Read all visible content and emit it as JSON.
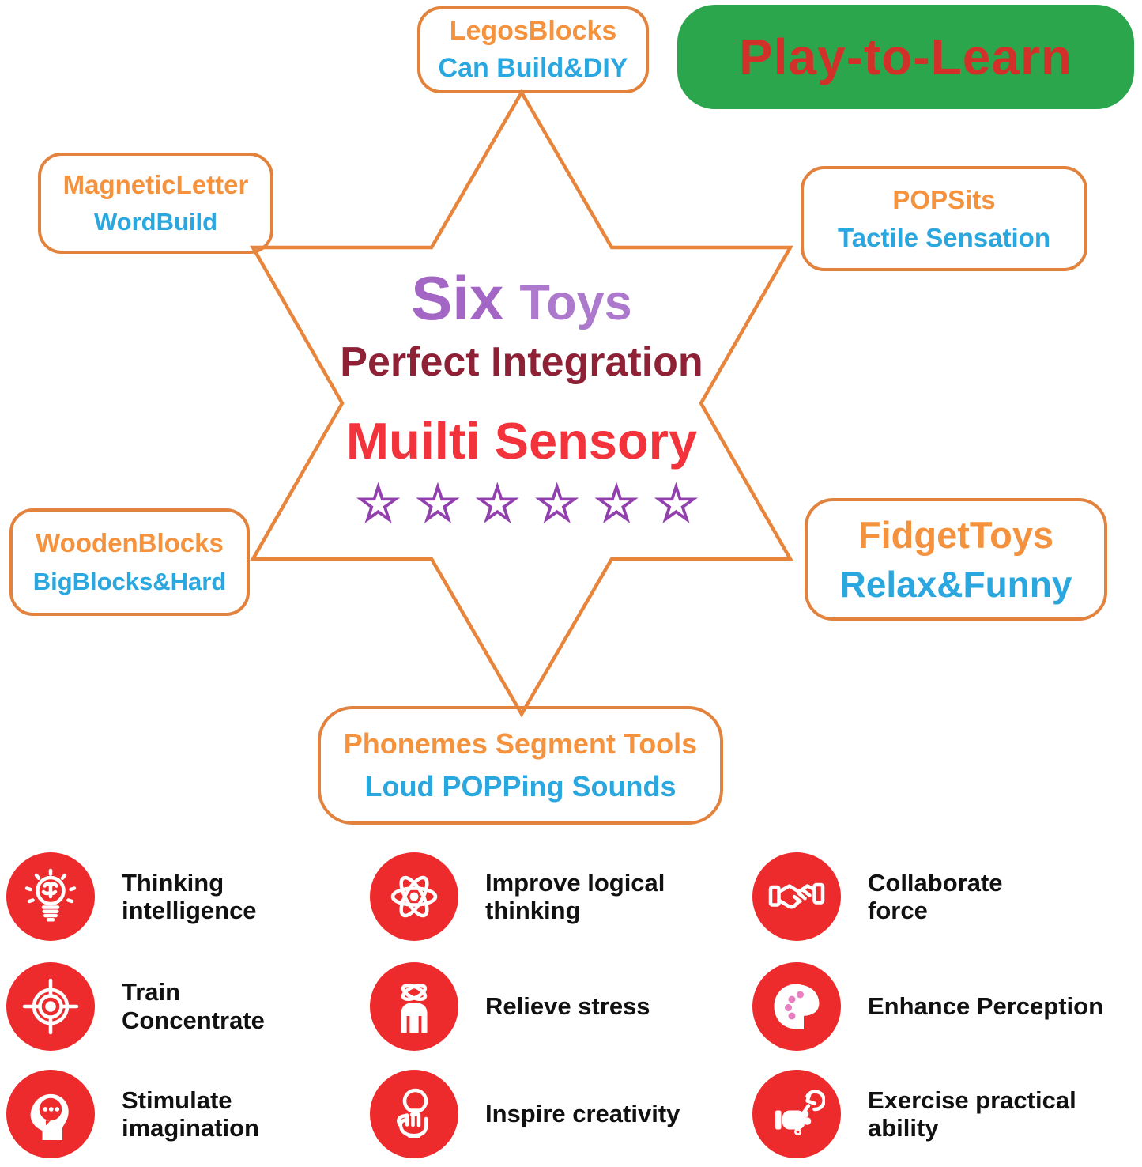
{
  "badge": {
    "label": "Play-to-Learn",
    "bg_color": "#2CA64D",
    "text_color": "#D23129"
  },
  "callouts": [
    {
      "title": "LegosBlocks",
      "subtitle": "Can Build&DIY"
    },
    {
      "title": "MagneticLetter",
      "subtitle": "WordBuild"
    },
    {
      "title": "POPSits",
      "subtitle": "Tactile Sensation"
    },
    {
      "title": "WoodenBlocks",
      "subtitle": "BigBlocks&Hard"
    },
    {
      "title": "FidgetToys",
      "subtitle": "Relax&Funny"
    },
    {
      "title": "Phonemes Segment Tools",
      "subtitle": "Loud POPPing Sounds"
    }
  ],
  "center": {
    "title_word1": "Six",
    "title_word2": "Toys",
    "line2": "Perfect Integration",
    "line3": "Muilti Sensory",
    "stars": "☆☆☆☆☆☆",
    "star_count": 6
  },
  "features": [
    {
      "icon": "brain-bulb-icon",
      "line1": "Thinking",
      "line2": "intelligence"
    },
    {
      "icon": "atom-icon",
      "line1": "Improve logical",
      "line2": "thinking"
    },
    {
      "icon": "handshake-icon",
      "line1": "Collaborate",
      "line2": "force"
    },
    {
      "icon": "target-icon",
      "line1": "Train",
      "line2": "Concentrate"
    },
    {
      "icon": "person-stress-icon",
      "line1": "Relieve stress",
      "line2": ""
    },
    {
      "icon": "palette-icon",
      "line1": "Enhance Perception",
      "line2": ""
    },
    {
      "icon": "head-idea-icon",
      "line1": "Stimulate",
      "line2": "imagination"
    },
    {
      "icon": "bulb-hand-icon",
      "line1": "Inspire creativity",
      "line2": ""
    },
    {
      "icon": "wrench-hand-icon",
      "line1": "Exercise practical",
      "line2": "ability"
    }
  ],
  "colors": {
    "outline_orange": "#E2823C",
    "title_orange": "#F5923E",
    "subtitle_blue": "#2AA7DF",
    "star_outline": "#E8853C",
    "six_purple": "#A466C5",
    "toys_purple": "#AC79CC",
    "perfect_dark_red": "#8E2135",
    "muilti_red": "#F2333B",
    "rating_star_purple": "#9240AE",
    "feature_circle_red": "#EE2B2C",
    "feature_label_black": "#111111"
  }
}
